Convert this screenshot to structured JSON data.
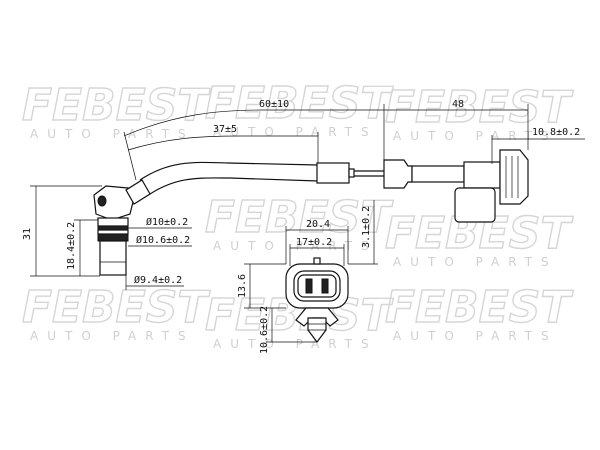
{
  "watermark": {
    "brand": "FEBEST",
    "tagline": "AUTO PARTS"
  },
  "dimensions": {
    "cable_length": "60±10",
    "sleeve_length": "37±5",
    "connector_length": "48",
    "connector_tip": "10.8±0.2",
    "total_height": "31",
    "sensor_height": "18.4±0.2",
    "dia_10": "Ø10±0.2",
    "dia_10_6": "Ø10.6±0.2",
    "dia_9_4": "Ø9.4±0.2",
    "conn_width": "20.4",
    "conn_pin_spacing": "17±0.2",
    "conn_depth": "3.1±0.2",
    "conn_height": "13.6",
    "clip_height": "10.6±0.2"
  }
}
